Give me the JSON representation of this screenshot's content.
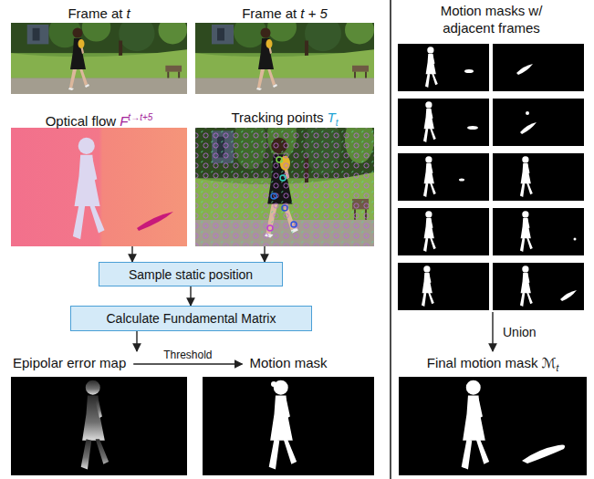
{
  "diagram": {
    "nodes": [
      {
        "text": [
          "Frame at",
          "t"
        ]
      },
      {
        "text": [
          "Frame at",
          "t + 5"
        ]
      },
      {
        "text": [
          "Optical flow",
          "F",
          "t→t+5"
        ]
      },
      {
        "text": [
          "Tracking points",
          "T",
          "t"
        ]
      },
      {
        "text": [
          "Sample static position"
        ]
      },
      {
        "text": [
          "Calculate Fundamental Matrix"
        ]
      },
      {
        "text": [
          "Epipolar error map"
        ]
      },
      {
        "text": [
          "Motion mask"
        ]
      },
      {
        "text": [
          "Motion masks w/ adjacent frames"
        ]
      },
      {
        "text": [
          "Final motion mask",
          "ℳ",
          "t"
        ]
      }
    ],
    "edges": [
      {
        "from": 2,
        "to": 4,
        "arrow": "to"
      },
      {
        "from": 3,
        "to": 4,
        "arrow": "to"
      },
      {
        "from": 4,
        "to": 5,
        "arrow": "to"
      },
      {
        "from": 5,
        "to": 6,
        "arrow": "to"
      },
      {
        "from": 6,
        "to": 7,
        "label": "Threshold",
        "arrow": "to"
      },
      {
        "from": 8,
        "to": 9,
        "label": "Union",
        "arrow": "to"
      }
    ]
  }
}
